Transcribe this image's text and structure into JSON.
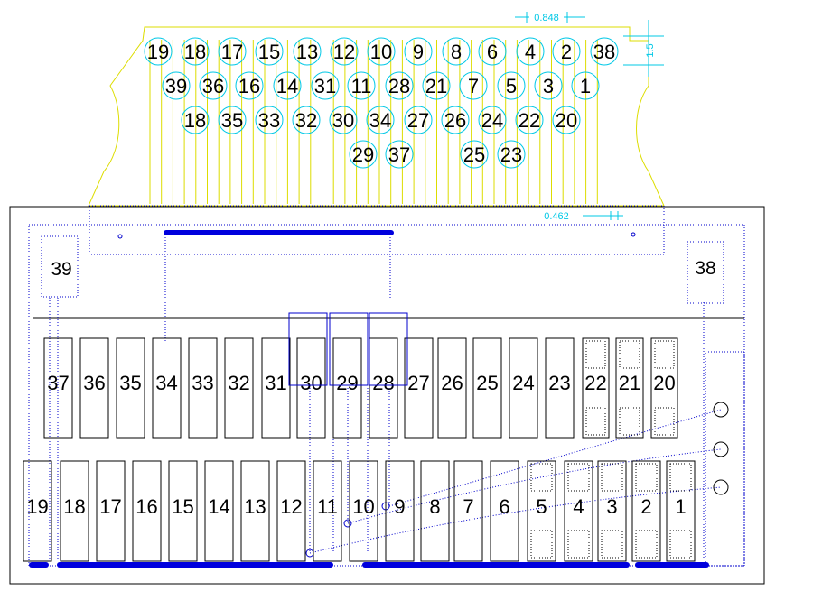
{
  "colors": {
    "flex_outline": "#dddd00",
    "trace": "#dddd00",
    "circle": "#00c8e6",
    "dimension": "#00c8e6",
    "board": "#000000",
    "pad_outline": "#000000",
    "dotted": "#0000cc",
    "bus": "#0000dd",
    "label": "#000000"
  },
  "dimensions": {
    "pitch": "0.848",
    "height": "1.5",
    "offset": "0.462"
  },
  "flex_pins": {
    "row1": [
      "19",
      "18",
      "17",
      "15",
      "13",
      "12",
      "10",
      "9",
      "8",
      "6",
      "4",
      "2",
      "38"
    ],
    "row2": [
      "39",
      "36",
      "16",
      "14",
      "31",
      "11",
      "28",
      "21",
      "7",
      "5",
      "3",
      "1"
    ],
    "row3": [
      "18",
      "35",
      "33",
      "32",
      "30",
      "34",
      "27",
      "26",
      "24",
      "22",
      "20"
    ],
    "row4": [
      "29",
      "37",
      "25",
      "23"
    ]
  },
  "board": {
    "corner_left": "39",
    "corner_right": "38",
    "top_row": [
      "37",
      "36",
      "35",
      "34",
      "33",
      "32",
      "31",
      "30",
      "29",
      "28",
      "27",
      "26",
      "25",
      "24",
      "23",
      "22",
      "21",
      "20"
    ],
    "bottom_row": [
      "19",
      "18",
      "17",
      "16",
      "15",
      "14",
      "13",
      "12",
      "11",
      "10",
      "9",
      "8",
      "7",
      "6",
      "5",
      "4",
      "3",
      "2",
      "1"
    ]
  }
}
